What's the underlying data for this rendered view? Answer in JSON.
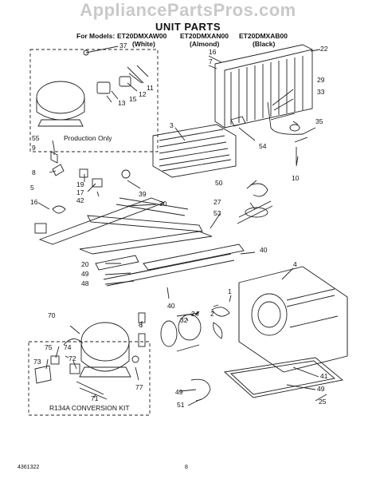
{
  "watermark": "AppliancePartsPros.com",
  "title": "UNIT PARTS",
  "models_label": "For Models:",
  "models": [
    {
      "model": "ET20DMXAW00",
      "color": "(White)"
    },
    {
      "model": "ET20DMXAN00",
      "color": "(Almond)"
    },
    {
      "model": "ET20DMXAB00",
      "color": "(Black)"
    }
  ],
  "box_labels": {
    "production": "Production Only",
    "kit": "R134A CONVERSION KIT"
  },
  "callouts": [
    "37",
    "16",
    "7",
    "22",
    "11",
    "12",
    "13",
    "15",
    "29",
    "33",
    "3",
    "35",
    "54",
    "55",
    "9",
    "8",
    "39",
    "10",
    "19",
    "17",
    "42",
    "50",
    "5",
    "16",
    "30",
    "27",
    "53",
    "40",
    "20",
    "49",
    "48",
    "4",
    "1",
    "40",
    "70",
    "24",
    "32",
    "2",
    "6",
    "75",
    "74",
    "73",
    "72",
    "71",
    "77",
    "41",
    "49",
    "25",
    "49",
    "51"
  ],
  "footer": {
    "left": "4361322",
    "page": "8"
  }
}
